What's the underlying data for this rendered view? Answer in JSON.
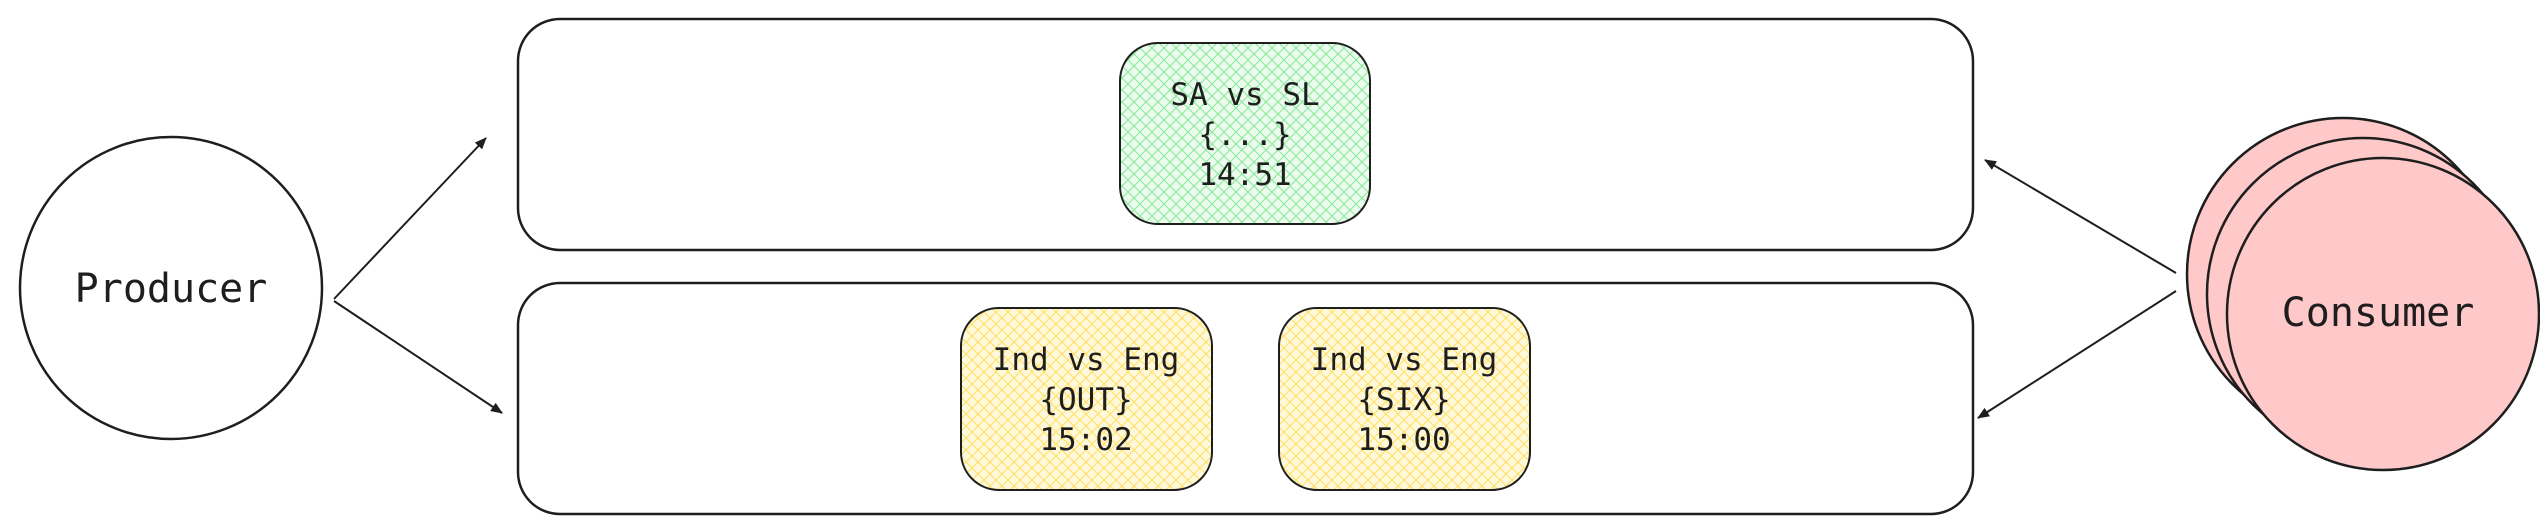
{
  "producer": {
    "label": "Producer"
  },
  "consumer": {
    "label": "Consumer",
    "fill": "#ffc9c9"
  },
  "partitions": [
    {
      "messages": [
        {
          "title": "SA vs SL",
          "payload": "{...}",
          "time": "14:51",
          "fill": "#b2f2bb"
        }
      ]
    },
    {
      "messages": [
        {
          "title": "Ind vs Eng",
          "payload": "{OUT}",
          "time": "15:02",
          "fill": "#ffec99"
        },
        {
          "title": "Ind vs Eng",
          "payload": "{SIX}",
          "time": "15:00",
          "fill": "#ffec99"
        }
      ]
    }
  ],
  "colors": {
    "stroke": "#1e1e1e",
    "background": "#ffffff"
  }
}
